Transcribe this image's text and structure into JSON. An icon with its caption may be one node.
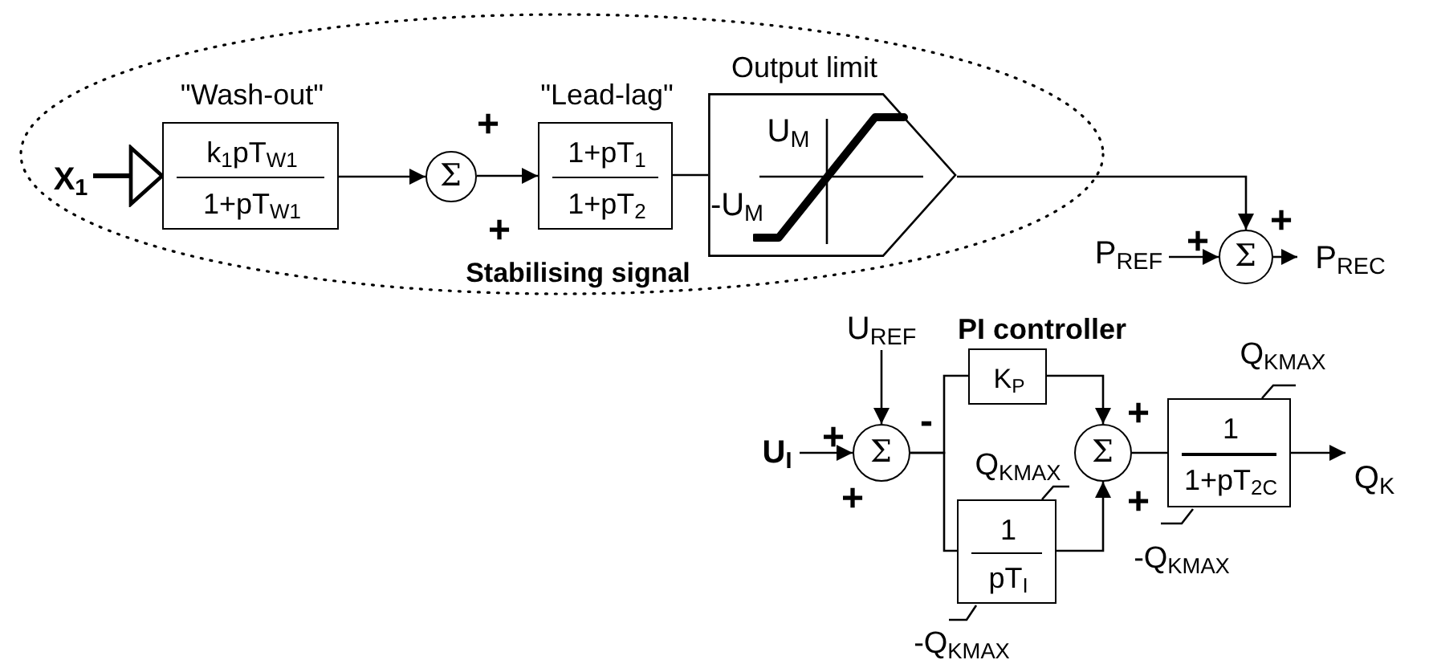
{
  "diagram": {
    "nodes": [
      {
        "text": [
          "Stabilising signal"
        ]
      },
      {
        "text": [
          "X$_{1}$"
        ],
        "in": 0
      },
      {
        "text": [
          "\"Wash-out\"",
          "k$_{1}$pT$_{W1}$",
          "1+pT$_{W1}$"
        ],
        "in": 0
      },
      {
        "text": [
          "Σ"
        ],
        "in": 0,
        "beside": [
          "+",
          "+"
        ]
      },
      {
        "text": [
          "\"Lead-lag\"",
          "1+pT$_{1}$",
          "1+pT$_{2}$"
        ],
        "in": 0
      },
      {
        "text": [
          "Output limit",
          "U$_{M}$",
          "-U$_{M}$"
        ],
        "in": 0
      },
      {
        "text": [
          "P$_{REF}$"
        ]
      },
      {
        "text": [
          "Σ"
        ],
        "beside": [
          "+",
          "+"
        ]
      },
      {
        "text": [
          "P$_{REC}$"
        ]
      },
      {
        "text": [
          "U$_{REF}$"
        ]
      },
      {
        "text": [
          "U$_{I}$"
        ]
      },
      {
        "text": [
          "Σ"
        ],
        "beside": [
          "-",
          "+",
          "+"
        ]
      },
      {
        "text": [
          "K$_{P}$"
        ]
      },
      {
        "text": [
          "1",
          "pT$_{I}$"
        ],
        "beside": [
          "Q$_{KMAX}$",
          "-Q$_{KMAX}$"
        ]
      },
      {
        "text": [
          "Σ"
        ],
        "beside": [
          "+",
          "+"
        ]
      },
      {
        "text": [
          "1",
          "1+pT$_{2C}$"
        ],
        "beside": [
          "Q$_{KMAX}$",
          "-Q$_{KMAX}$"
        ]
      },
      {
        "text": [
          "Q$_{K}$"
        ]
      }
    ],
    "edges": [
      {
        "from": 1,
        "to": 2,
        "arrow": "to",
        "style": "thick"
      },
      {
        "from": 2,
        "to": 3,
        "arrow": "to"
      },
      {
        "from": 3,
        "to": 4,
        "arrow": "to"
      },
      {
        "from": 4,
        "to": 5,
        "arrow": "none"
      },
      {
        "from": 5,
        "to": 7,
        "arrow": "to"
      },
      {
        "from": 6,
        "to": 7,
        "arrow": "to"
      },
      {
        "from": 7,
        "to": 8,
        "arrow": "to"
      },
      {
        "from": 9,
        "to": 11,
        "arrow": "to"
      },
      {
        "from": 10,
        "to": 11,
        "arrow": "to"
      },
      {
        "from": 11,
        "to": 12,
        "arrow": "none"
      },
      {
        "from": 11,
        "to": 13,
        "arrow": "none"
      },
      {
        "from": 12,
        "to": 14,
        "arrow": "to"
      },
      {
        "from": 13,
        "to": 14,
        "arrow": "to"
      },
      {
        "from": 14,
        "to": 15,
        "arrow": "none"
      },
      {
        "from": 15,
        "to": 16,
        "arrow": "to"
      }
    ],
    "labels": [
      "PI controller"
    ]
  }
}
